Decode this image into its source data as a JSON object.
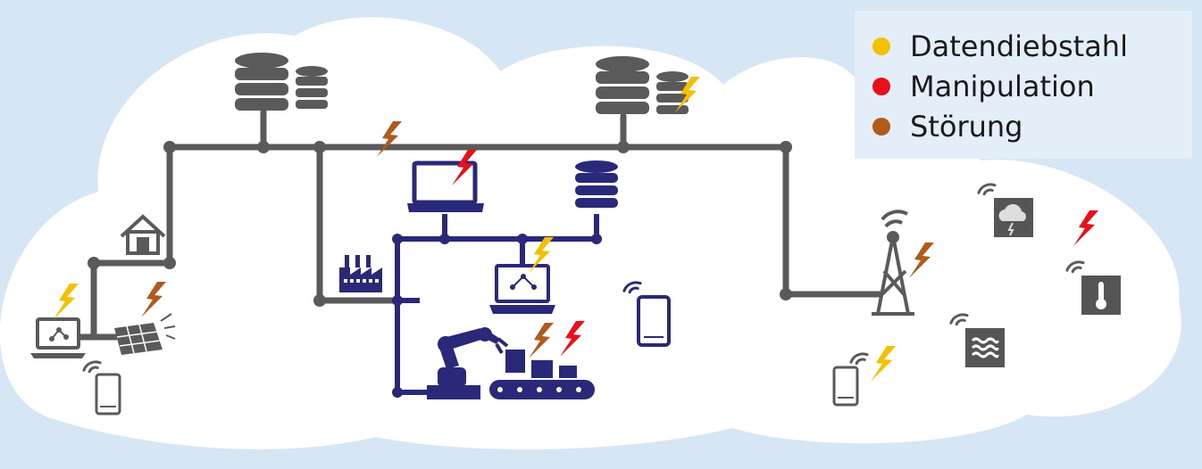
{
  "legend": {
    "items": [
      {
        "label": "Datendiebstahl",
        "color": "#f5c000"
      },
      {
        "label": "Manipulation",
        "color": "#e8101a"
      },
      {
        "label": "Störung",
        "color": "#b05a1c"
      }
    ]
  },
  "colors": {
    "background": "#d6e6f5",
    "cloud": "#ffffff",
    "network_grey": "#5a5a5a",
    "factory_navy": "#2a2878",
    "sensor_box": "#555555"
  },
  "icons": [
    "database-icon",
    "house-icon",
    "laptop-icon",
    "solar-panel-icon",
    "smartphone-icon",
    "wifi-icon",
    "factory-icon",
    "robot-arm-icon",
    "conveyor-icon",
    "tablet-icon",
    "cell-tower-icon",
    "weather-sensor-icon",
    "thermometer-sensor-icon",
    "water-sensor-icon",
    "lightning-bolt-icon"
  ]
}
